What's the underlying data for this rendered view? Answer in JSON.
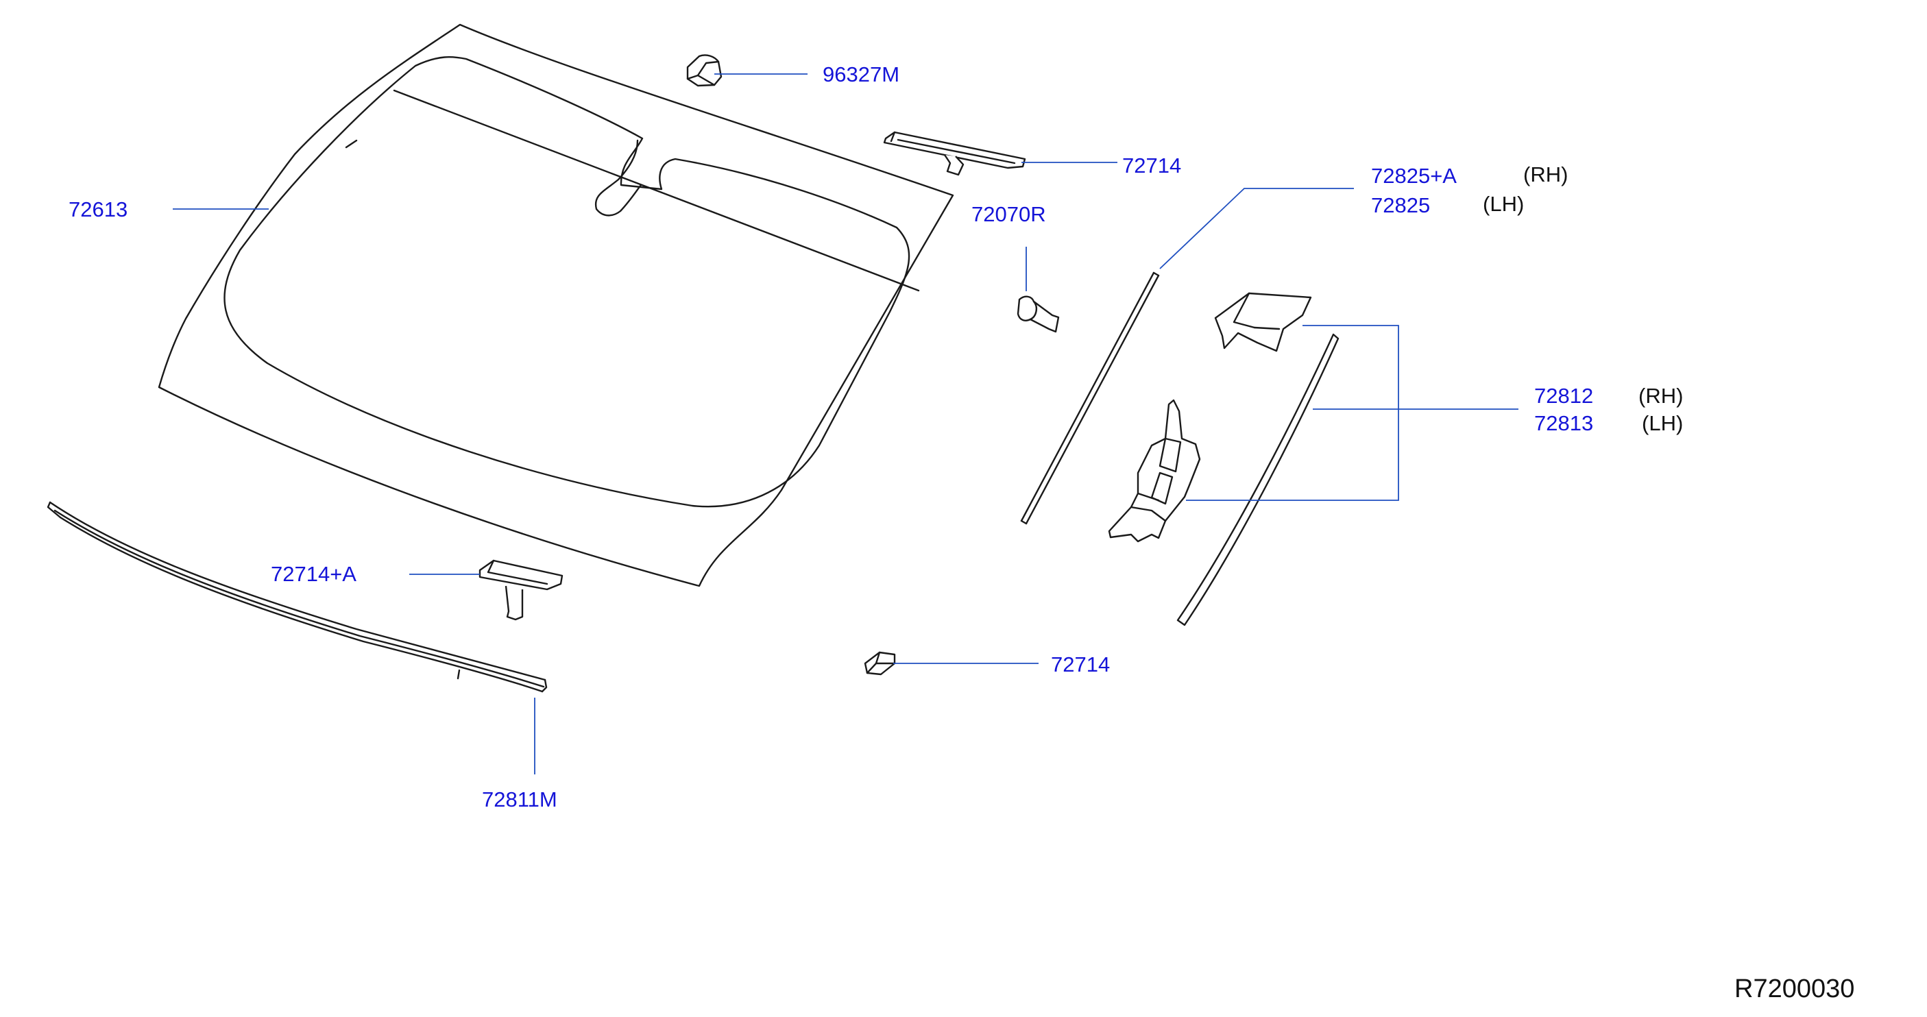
{
  "diagram": {
    "reference_code": "R7200030",
    "callouts": {
      "c_96327M": "96327M",
      "c_72714_top": "72714",
      "c_72613": "72613",
      "c_72070R": "72070R",
      "c_72825A": "72825+A",
      "c_72825": "72825",
      "c_72812": "72812",
      "c_72813": "72813",
      "c_72714A": "72714+A",
      "c_72714_bottom": "72714",
      "c_72811M": "72811M"
    },
    "side_labels": {
      "rh_1": "(RH)",
      "lh_1": "(LH)",
      "rh_2": "(RH)",
      "lh_2": "(LH)"
    },
    "colors": {
      "callout_text": "#1414d8",
      "leader_line": "#1f4fc0",
      "part_outline": "#1a1a1a"
    }
  }
}
